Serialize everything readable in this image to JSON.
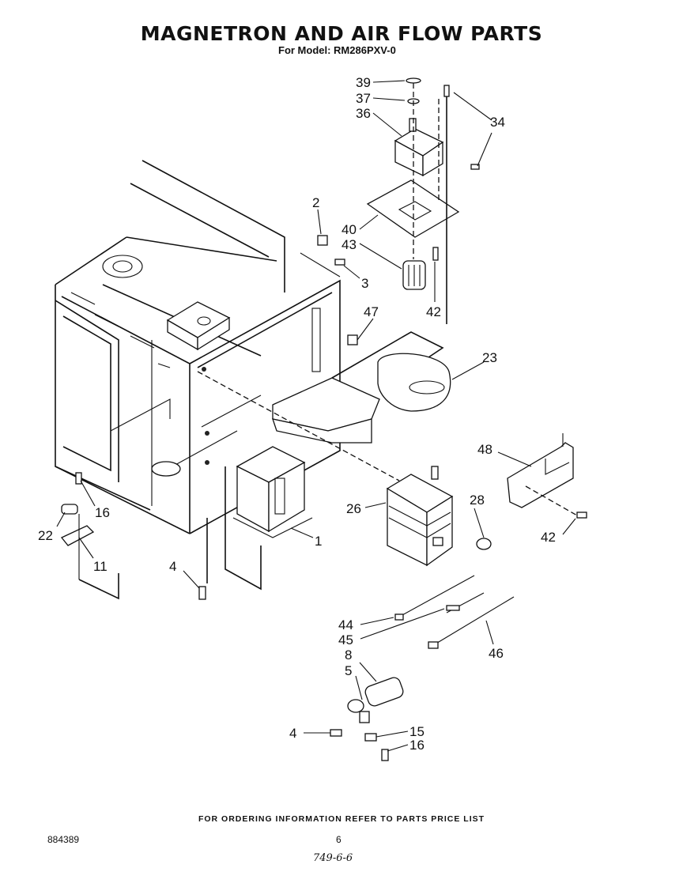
{
  "header": {
    "title": "MAGNETRON AND AIR FLOW PARTS",
    "model_line": "For Model: RM286PXV-0"
  },
  "callouts": {
    "c39": "39",
    "c37": "37",
    "c36": "36",
    "c34": "34",
    "c2": "2",
    "c40": "40",
    "c43": "43",
    "c3": "3",
    "c42a": "42",
    "c47": "47",
    "c23": "23",
    "c48": "48",
    "c26": "26",
    "c28": "28",
    "c42b": "42",
    "c16a": "16",
    "c22": "22",
    "c11": "11",
    "c1": "1",
    "c4a": "4",
    "c44": "44",
    "c45": "45",
    "c46": "46",
    "c8": "8",
    "c5": "5",
    "c4b": "4",
    "c15": "15",
    "c16b": "16"
  },
  "footer": {
    "ordering_note": "FOR ORDERING INFORMATION REFER TO PARTS PRICE LIST",
    "document_number": "884389",
    "page_number": "6",
    "handwritten_note": "749-6-6"
  }
}
